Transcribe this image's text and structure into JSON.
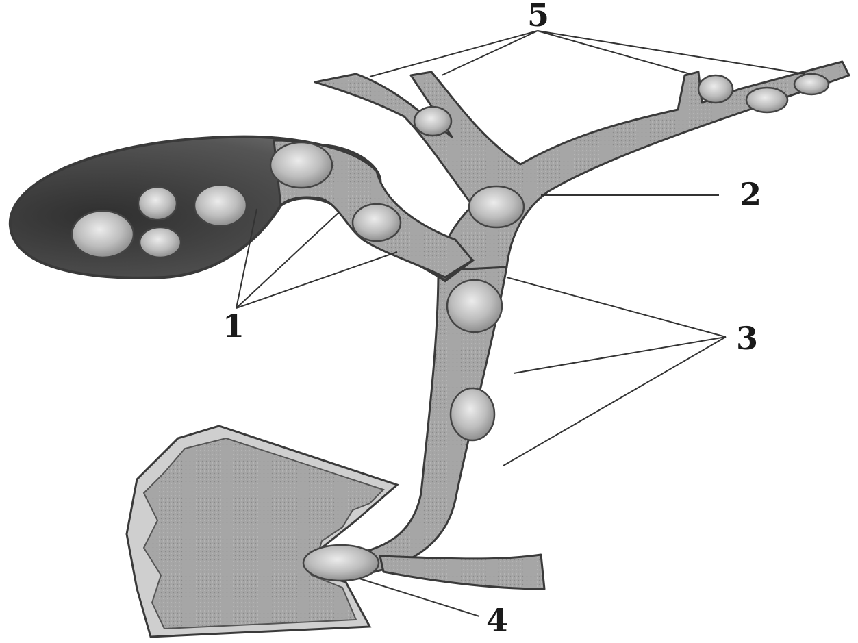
{
  "callouts": [
    {
      "id": "1",
      "text": "1"
    },
    {
      "id": "2",
      "text": "2"
    },
    {
      "id": "3",
      "text": "3"
    },
    {
      "id": "4",
      "text": "4"
    },
    {
      "id": "5",
      "text": "5"
    }
  ],
  "colors": {
    "background": "#ffffff",
    "duct_fill": "#a9a9a9",
    "duct_wall": "#3a3a3a",
    "gallbladder_fill": "#4a4a4a",
    "intestine_fill": "#9c9c9c",
    "intestine_lining": "#cfcfcf",
    "stone_light": "#e6e6e6",
    "stone_dark": "#8e8e8e",
    "label_ink": "#1a1a1a"
  }
}
